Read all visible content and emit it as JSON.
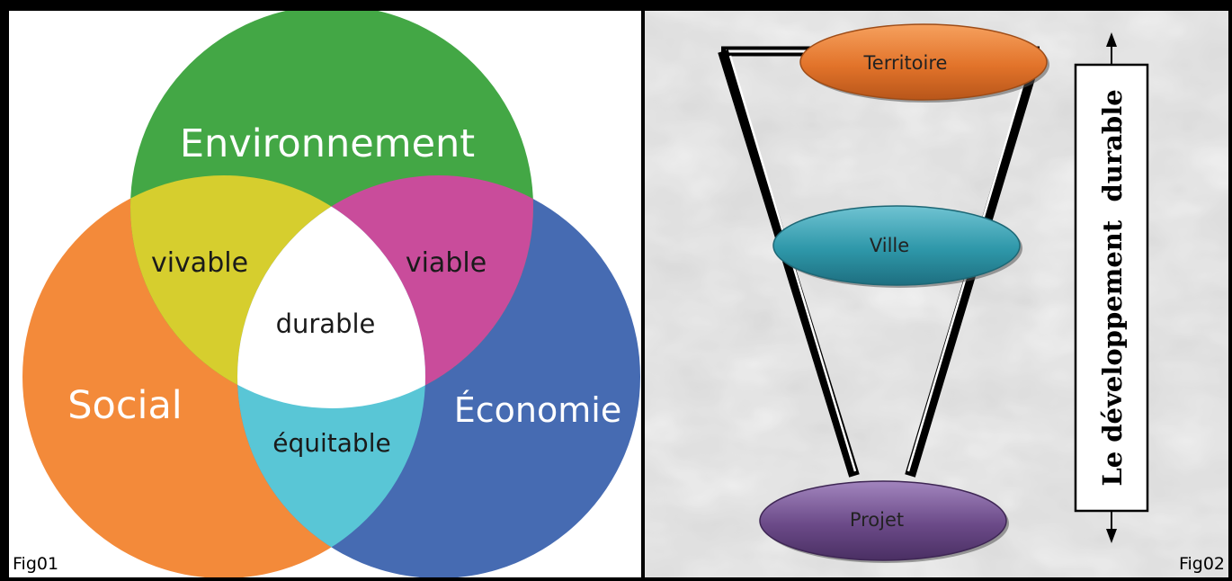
{
  "venn": {
    "circles": {
      "environnement": {
        "label": "Environnement",
        "color": "#43A745"
      },
      "social": {
        "label": "Social",
        "color": "#F38A3A"
      },
      "economie": {
        "label": "Économie",
        "color": "#466BB2"
      }
    },
    "intersections": {
      "vivable": {
        "label": "vivable",
        "color": "#D6CE2E"
      },
      "viable": {
        "label": "viable",
        "color": "#C94C9B"
      },
      "equitable": {
        "label": "équitable",
        "color": "#59C6D6"
      },
      "durable": {
        "label": "durable",
        "color": "#FFFFFF"
      }
    },
    "caption": "Fig01"
  },
  "hierarchy": {
    "levels": [
      {
        "label": "Territoire",
        "color": "#E2732A"
      },
      {
        "label": "Ville",
        "color": "#2E97A9"
      },
      {
        "label": "Projet",
        "color": "#6B4A88"
      }
    ],
    "side_label": "Le développement  durable",
    "caption": "Fig02"
  }
}
